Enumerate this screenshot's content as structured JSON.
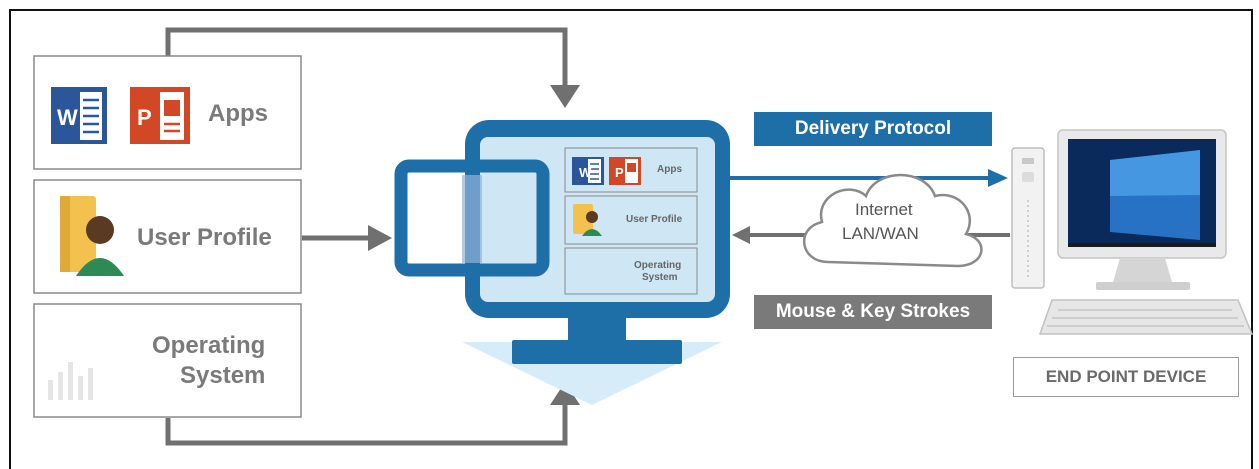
{
  "left_panel": {
    "apps_label": "Apps",
    "user_profile_label": "User Profile",
    "os_label_line1": "Operating",
    "os_label_line2": "System"
  },
  "virtual_desktop": {
    "apps_label": "Apps",
    "user_profile_label": "User Profile",
    "os_label_line1": "Operating",
    "os_label_line2": "System"
  },
  "network": {
    "delivery_protocol": "Delivery Protocol",
    "cloud_line1": "Internet",
    "cloud_line2": "LAN/WAN",
    "mouse_keys": "Mouse & Key Strokes"
  },
  "endpoint": {
    "label": "END POINT DEVICE"
  },
  "icons": {
    "word": "word-icon",
    "powerpoint": "powerpoint-icon",
    "word_letter": "W",
    "powerpoint_letter": "P"
  },
  "colors": {
    "dark_blue": "#1e6fa8",
    "light_blue": "#cfe6f5",
    "gray_arrow": "#707070",
    "word_blue": "#2b579a",
    "ppt_red": "#d24726",
    "folder_yellow": "#f2c14e",
    "person_green": "#2d8a55"
  }
}
